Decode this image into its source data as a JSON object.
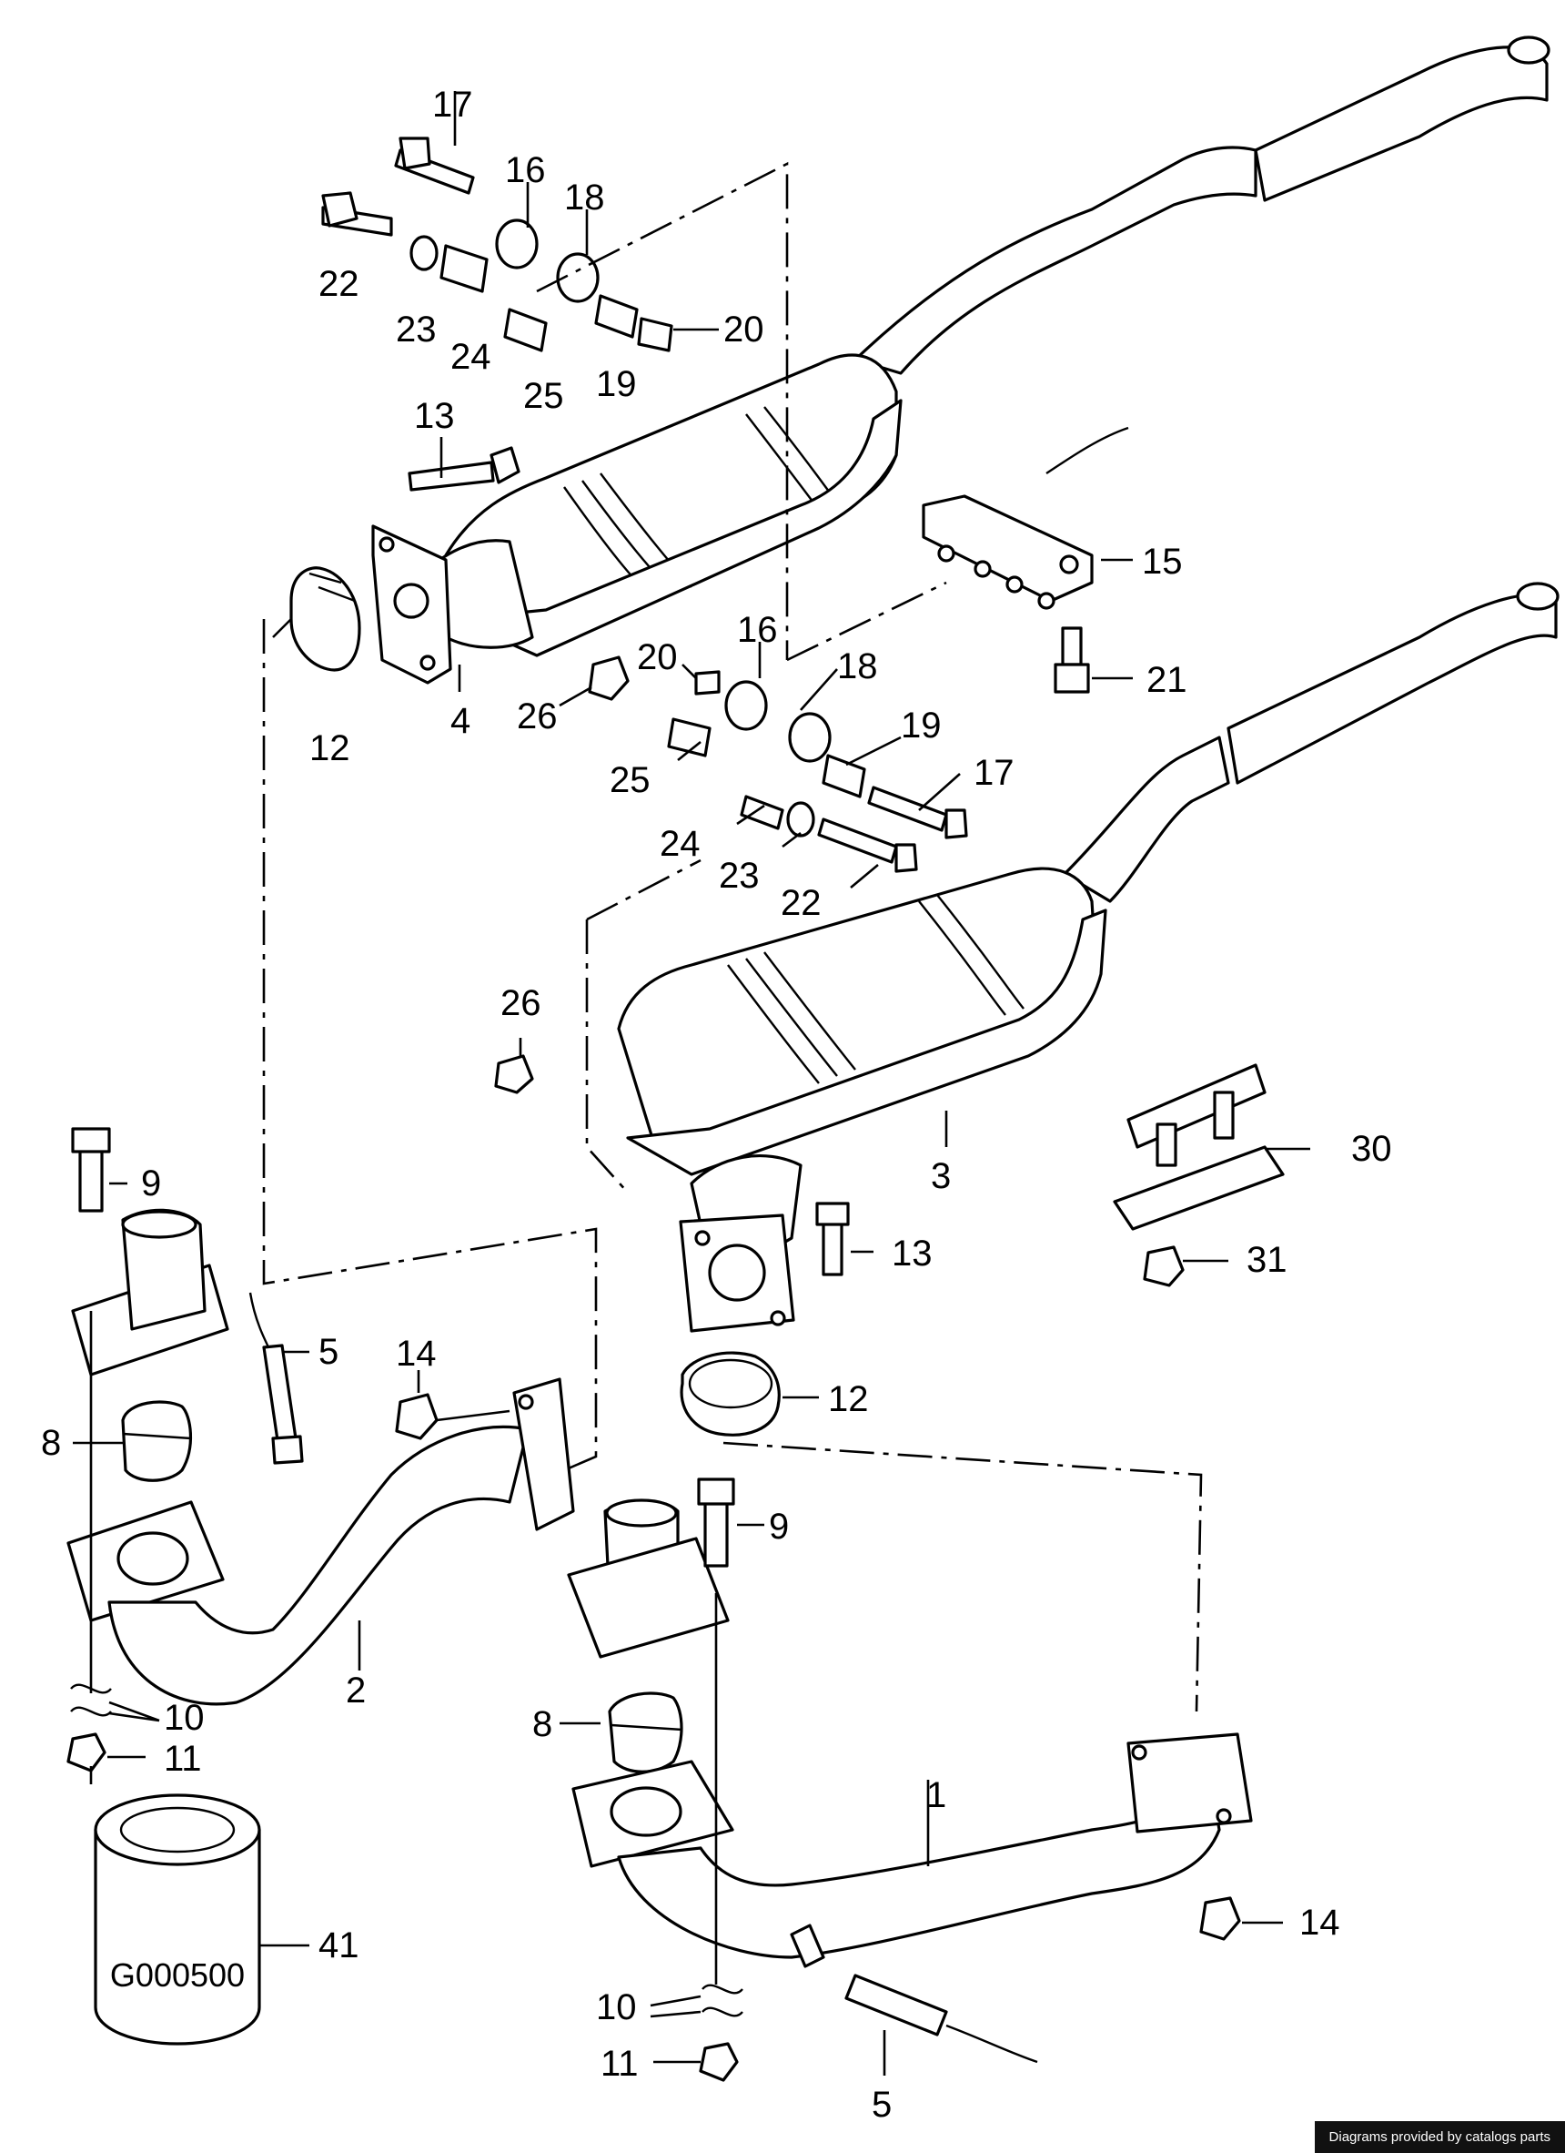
{
  "callouts": {
    "c1": "1",
    "c2": "2",
    "c3": "3",
    "c4": "4",
    "c5a": "5",
    "c5b": "5",
    "c8a": "8",
    "c8b": "8",
    "c9a": "9",
    "c9b": "9",
    "c10a": "10",
    "c10b": "10",
    "c11a": "11",
    "c11b": "11",
    "c12a": "12",
    "c12b": "12",
    "c13a": "13",
    "c13b": "13",
    "c14a": "14",
    "c14b": "14",
    "c15": "15",
    "c16a": "16",
    "c16b": "16",
    "c17a": "17",
    "c17b": "17",
    "c18a": "18",
    "c18b": "18",
    "c19a": "19",
    "c19b": "19",
    "c20a": "20",
    "c20b": "20",
    "c21": "21",
    "c22a": "22",
    "c22b": "22",
    "c23a": "23",
    "c23b": "23",
    "c24a": "24",
    "c24b": "24",
    "c25a": "25",
    "c25b": "25",
    "c26a": "26",
    "c26b": "26",
    "c30": "30",
    "c31": "31",
    "c41": "41"
  },
  "part_stamp": "G000500",
  "credit": "Diagrams provided by catalogs parts"
}
